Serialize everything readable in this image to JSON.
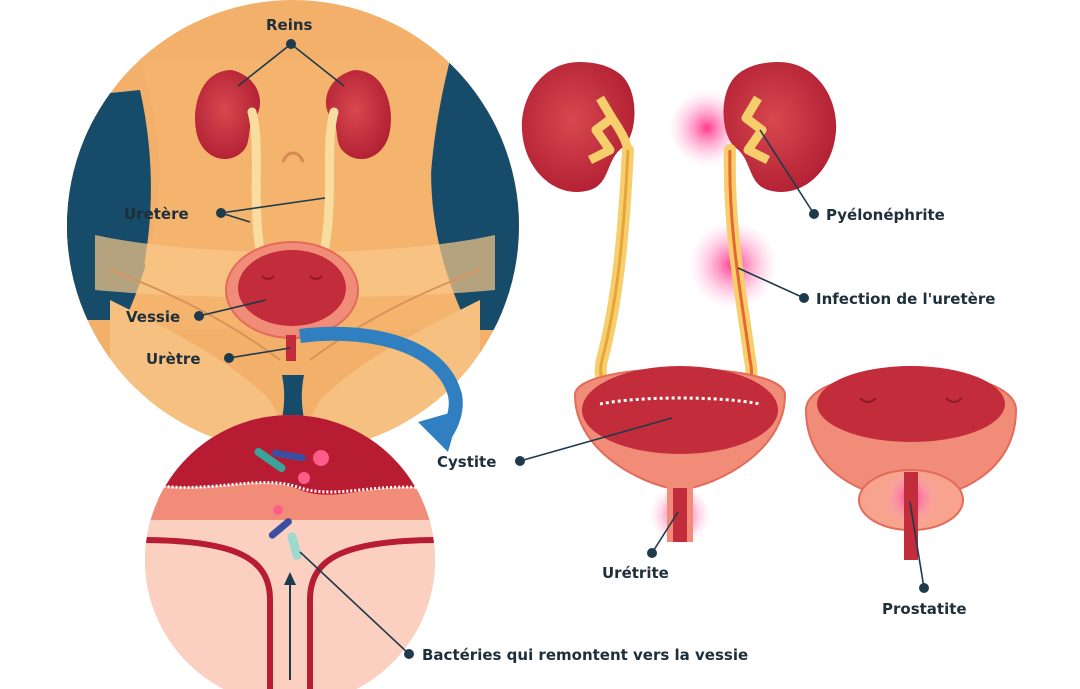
{
  "labels": {
    "reins": "Reins",
    "uretere": "Uretère",
    "vessie": "Vessie",
    "uretre": "Urètre",
    "pyelonephrite": "Pyélonéphrite",
    "infection_uretere": "Infection de l'uretère",
    "cystite": "Cystite",
    "uretrite": "Urétrite",
    "prostatite": "Prostatite",
    "bacteries": "Bactéries qui remontent vers la vessie"
  },
  "icons": {
    "body": "female-urinary-tract-icon",
    "zoom": "urethra-zoom-icon",
    "arrow": "curved-arrow-icon",
    "tract": "urinary-tract-infection-icon",
    "prostate_bladder": "male-bladder-prostate-icon"
  },
  "colors": {
    "kidney": "#c0283b",
    "ureter": "#f4c75a",
    "bladder_wall": "#f08c78",
    "skin": "#f3b06a",
    "body_bg": "#174b6a",
    "inflammation": "#ff4f9b",
    "arrow": "#2f7fc1",
    "text": "#1e2f3a"
  }
}
